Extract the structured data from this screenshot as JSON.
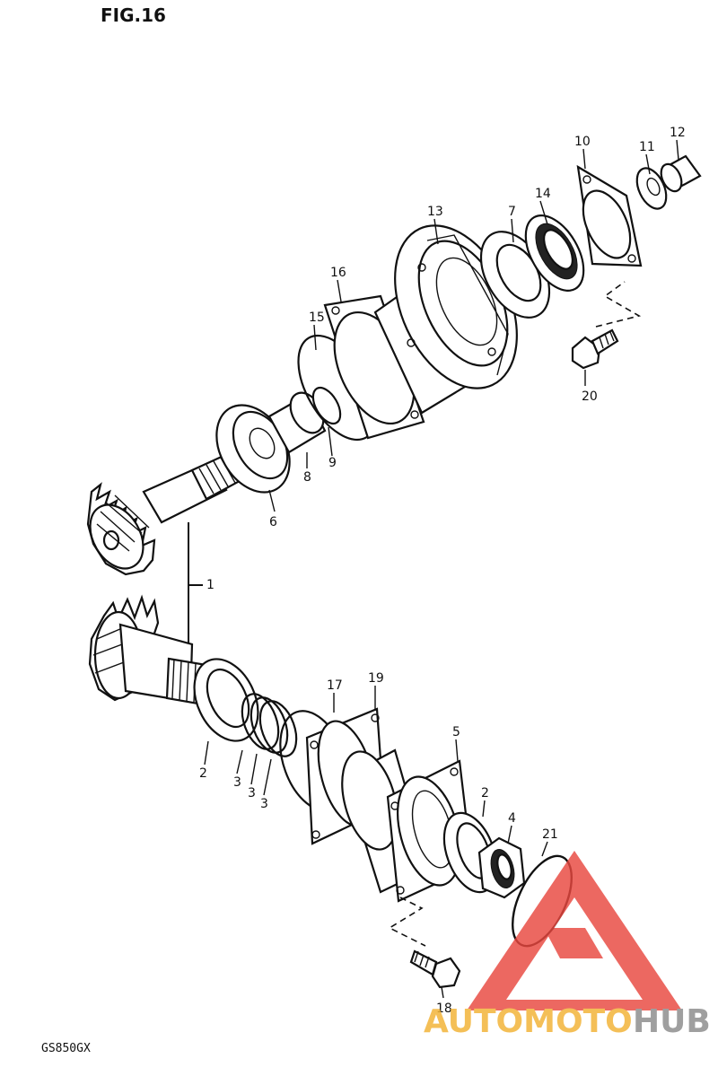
{
  "figure_title": "FIG.16",
  "model_code": "GS850GX",
  "callouts": {
    "c1": "1",
    "c2a": "2",
    "c2b": "2",
    "c3a": "3",
    "c3b": "3",
    "c3c": "3",
    "c4": "4",
    "c5": "5",
    "c6": "6",
    "c7": "7",
    "c8": "8",
    "c9": "9",
    "c10": "10",
    "c11": "11",
    "c12": "12",
    "c13": "13",
    "c14": "14",
    "c15": "15",
    "c16": "16",
    "c17": "17",
    "c18": "18",
    "c19": "19",
    "c20": "20",
    "c21": "21"
  },
  "watermark": {
    "part1": "AUTOMOTO",
    "part2": "HUB"
  },
  "colors": {
    "ink": "#111111",
    "watermark_red": "#e8473f",
    "watermark_gold": "#f2b233",
    "watermark_grey": "#8a8a8a"
  }
}
